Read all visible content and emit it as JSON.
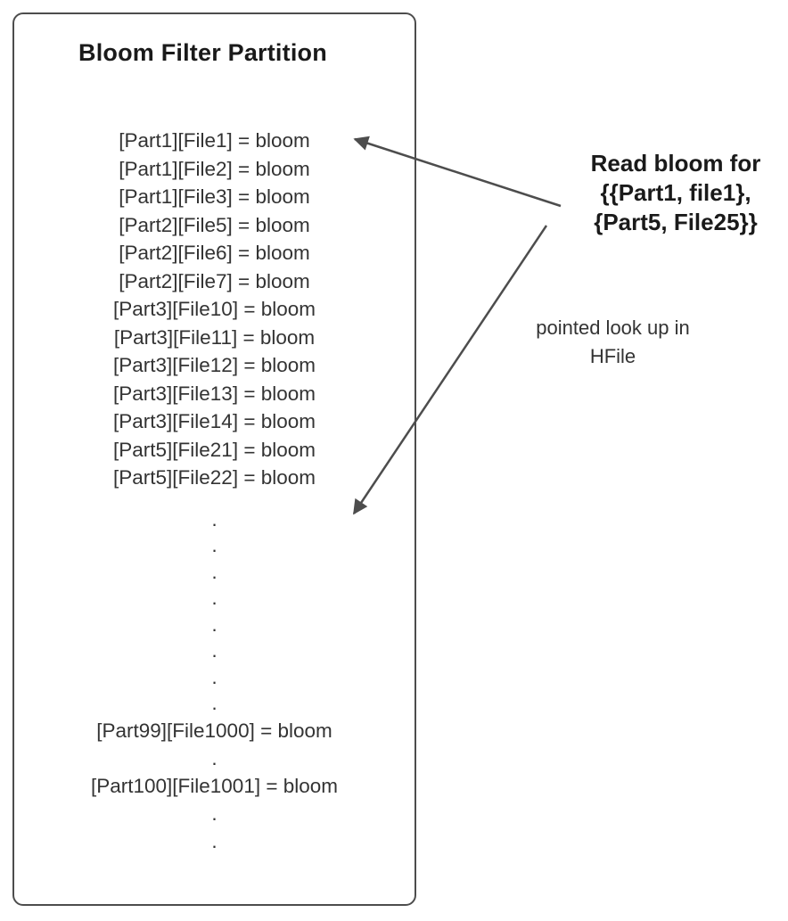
{
  "diagram_title": "Bloom Filter Partition",
  "entries": [
    "[Part1][File1] = bloom",
    "[Part1][File2] = bloom",
    "[Part1][File3] = bloom",
    "[Part2][File5] = bloom",
    "[Part2][File6] = bloom",
    "[Part2][File7] = bloom",
    "[Part3][File10] = bloom",
    "[Part3][File11] = bloom",
    "[Part3][File12] = bloom",
    "[Part3][File13] = bloom",
    "[Part3][File14] = bloom",
    "[Part5][File21] = bloom",
    "[Part5][File22] = bloom"
  ],
  "mid_dots": [
    ".",
    ".",
    ".",
    ".",
    ".",
    ".",
    ".",
    "."
  ],
  "tail_lines": [
    "[Part99][File1000] = bloom",
    ".",
    "[Part100][File1001] = bloom",
    ".",
    "."
  ],
  "callout": {
    "lines": [
      "Read bloom for",
      "{{Part1, file1},",
      "{Part5, File25}}"
    ]
  },
  "note": {
    "lines": [
      "pointed look up in",
      "HFile"
    ]
  },
  "colors": {
    "border": "#4d4d4d",
    "text": "#333333",
    "arrow": "#4d4d4d"
  }
}
